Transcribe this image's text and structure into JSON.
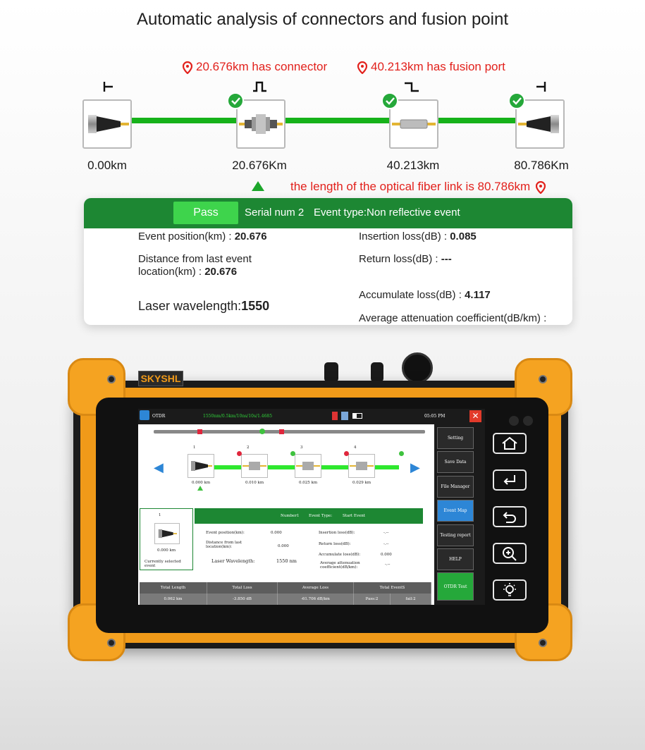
{
  "headline": "Automatic analysis of connectors and fusion point",
  "annotations": {
    "connector_note": "20.676km has connector",
    "fusion_note": "40.213km has fusion port",
    "link_length_note": "the length of the optical fiber link is 80.786km"
  },
  "events": [
    {
      "distance": "0.00km",
      "symbol": "start",
      "checked": false
    },
    {
      "distance": "20.676Km",
      "symbol": "reflective",
      "checked": true
    },
    {
      "distance": "40.213km",
      "symbol": "non-reflective",
      "checked": true
    },
    {
      "distance": "80.786Km",
      "symbol": "end",
      "checked": true
    }
  ],
  "colors": {
    "fiber": "#16b21a",
    "accent_red": "#e2211c",
    "header_green": "#1d8733",
    "pass_green": "#3ed44c",
    "device_orange": "#f09a19"
  },
  "event_card": {
    "pass_label": "Pass",
    "serial": "Serial num 2",
    "event_type": "Event type:Non reflective event",
    "event_position_label": "Event position(km) :",
    "event_position_value": "20.676",
    "distance_label_1": "Distance from last event",
    "distance_label_2": "location(km) :",
    "distance_value": "20.676",
    "laser_label": "Laser wavelength:",
    "laser_value": "1550",
    "insertion_label": "Insertion loss(dB) :",
    "insertion_value": "0.085",
    "return_label": "Return loss(dB) :",
    "return_value": "---",
    "accumulate_label": "Accumulate loss(dB) :",
    "accumulate_value": "4.117",
    "attenuation_label": "Average attenuation coefficient(dB/km) :"
  },
  "device": {
    "brand": "SKYSHL",
    "screen": {
      "app_title": "OTDR",
      "params": "1550nm/0.5km/10ns/10s/1.4685",
      "time": "05:05 PM",
      "nodes": [
        {
          "num": "1",
          "dist": "0.000 km"
        },
        {
          "num": "2",
          "dist": "0.010 km"
        },
        {
          "num": "3",
          "dist": "0.025 km"
        },
        {
          "num": "4",
          "dist": "0.029 km"
        }
      ],
      "sidebar": [
        "Setting",
        "Save Data",
        "File Manager",
        "Event Map",
        "Testing report",
        "HELP",
        "OTDR Test"
      ],
      "detail": {
        "num_label": "1",
        "selected_dist": "0.000 km",
        "selected_caption": "Currently selected event",
        "number_label": "Number",
        "number_value": "1",
        "type_label": "Event Type:",
        "type_value": "Start Event",
        "pos_label": "Event position(km):",
        "pos_value": "0.000",
        "dist_label_1": "Distance from last",
        "dist_label_2": "location(km):",
        "dist_value": "0.000",
        "laser_label": "Laser Wavelength:",
        "laser_value": "1550 nm",
        "ins_label": "Insertion loss(dB):",
        "ins_value": "-.--",
        "ret_label": "Return loss(dB):",
        "ret_value": "-.--",
        "acc_label": "Accumulate loss(dB):",
        "acc_value": "0.000",
        "att_label_1": "Average attenuation",
        "att_label_2": "coefficient(dB/km):",
        "att_value": "-.--"
      },
      "summary_headers": [
        "Total Length",
        "Total Loss",
        "Average Loss",
        "Total EventS"
      ],
      "summary_values": {
        "length": "0.062 km",
        "loss": "-3.850 dB",
        "avg": "-61.706 dB/km",
        "pass": "Pass:2",
        "fail": "fail:2"
      }
    }
  }
}
